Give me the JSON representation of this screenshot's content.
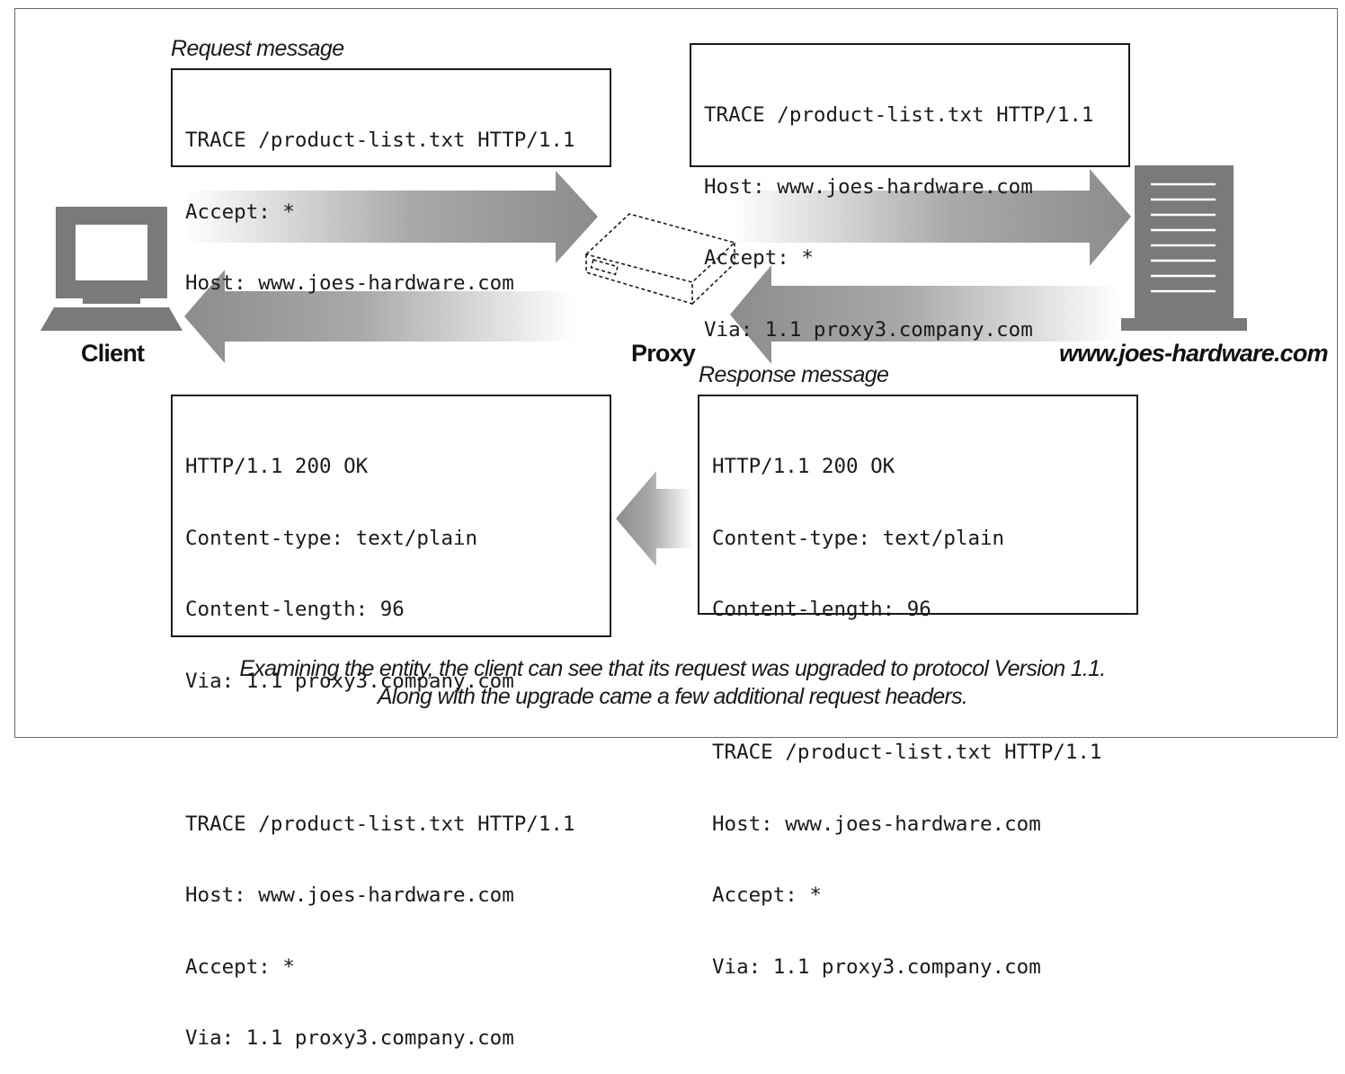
{
  "labels": {
    "request_message": "Request message",
    "response_message": "Response message",
    "client": "Client",
    "proxy": "Proxy",
    "server": "www.joes-hardware.com"
  },
  "boxes": {
    "client_request": [
      "TRACE /product-list.txt HTTP/1.1",
      "Accept: *",
      "Host: www.joes-hardware.com"
    ],
    "proxy_request": [
      "TRACE /product-list.txt HTTP/1.1",
      "Host: www.joes-hardware.com",
      "Accept: *",
      "Via: 1.1 proxy3.company.com"
    ],
    "server_response": {
      "headers": [
        "HTTP/1.1 200 OK",
        "Content-type: text/plain",
        "Content-length: 96"
      ],
      "body": [
        "TRACE /product-list.txt HTTP/1.1",
        "Host: www.joes-hardware.com",
        "Accept: *",
        "Via: 1.1 proxy3.company.com"
      ]
    },
    "client_response": {
      "headers": [
        "HTTP/1.1 200 OK",
        "Content-type: text/plain",
        "Content-length: 96",
        "Via: 1.1 proxy3.company.com"
      ],
      "body": [
        "TRACE /product-list.txt HTTP/1.1",
        "Host: www.joes-hardware.com",
        "Accept: *",
        "Via: 1.1 proxy3.company.com"
      ]
    }
  },
  "caption": [
    "Examining the entity, the client can see that its request was upgraded to protocol Version 1.1.",
    "Along with the upgrade came a few additional request headers."
  ],
  "colors": {
    "arrow": "#8c8c8c",
    "device": "#7a7a7a",
    "stroke": "#1a1a1a"
  }
}
